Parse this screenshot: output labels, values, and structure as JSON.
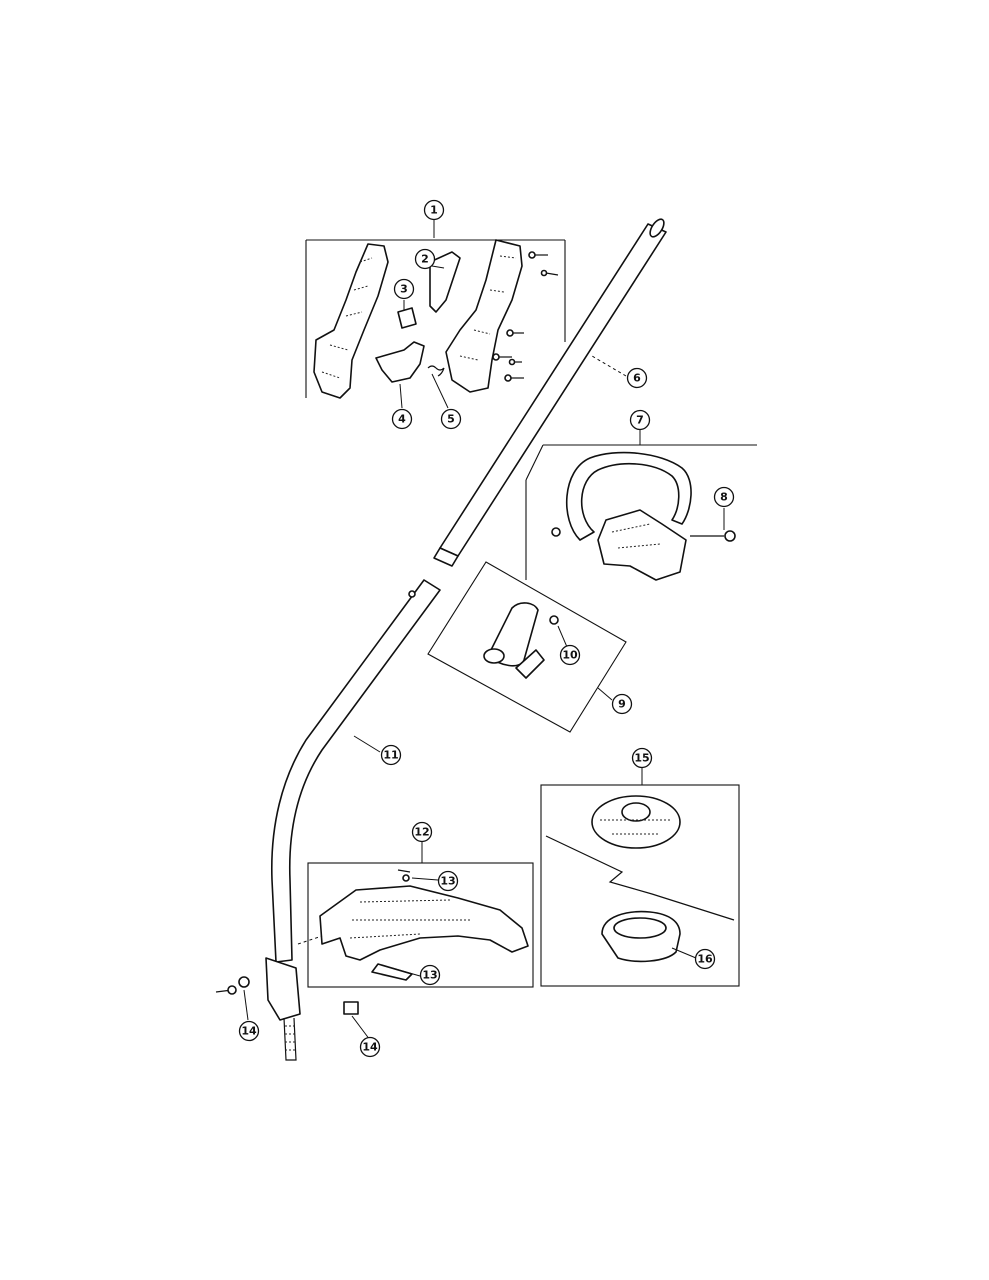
{
  "callouts": [
    {
      "id": "c1",
      "label": "1"
    },
    {
      "id": "c2",
      "label": "2"
    },
    {
      "id": "c3",
      "label": "3"
    },
    {
      "id": "c4",
      "label": "4"
    },
    {
      "id": "c5",
      "label": "5"
    },
    {
      "id": "c6",
      "label": "6"
    },
    {
      "id": "c7",
      "label": "7"
    },
    {
      "id": "c8",
      "label": "8"
    },
    {
      "id": "c9",
      "label": "9"
    },
    {
      "id": "c10",
      "label": "10"
    },
    {
      "id": "c11",
      "label": "11"
    },
    {
      "id": "c12",
      "label": "12"
    },
    {
      "id": "c13a",
      "label": "13"
    },
    {
      "id": "c13b",
      "label": "13"
    },
    {
      "id": "c14a",
      "label": "14"
    },
    {
      "id": "c14b",
      "label": "14"
    },
    {
      "id": "c15",
      "label": "15"
    },
    {
      "id": "c16",
      "label": "16"
    }
  ]
}
